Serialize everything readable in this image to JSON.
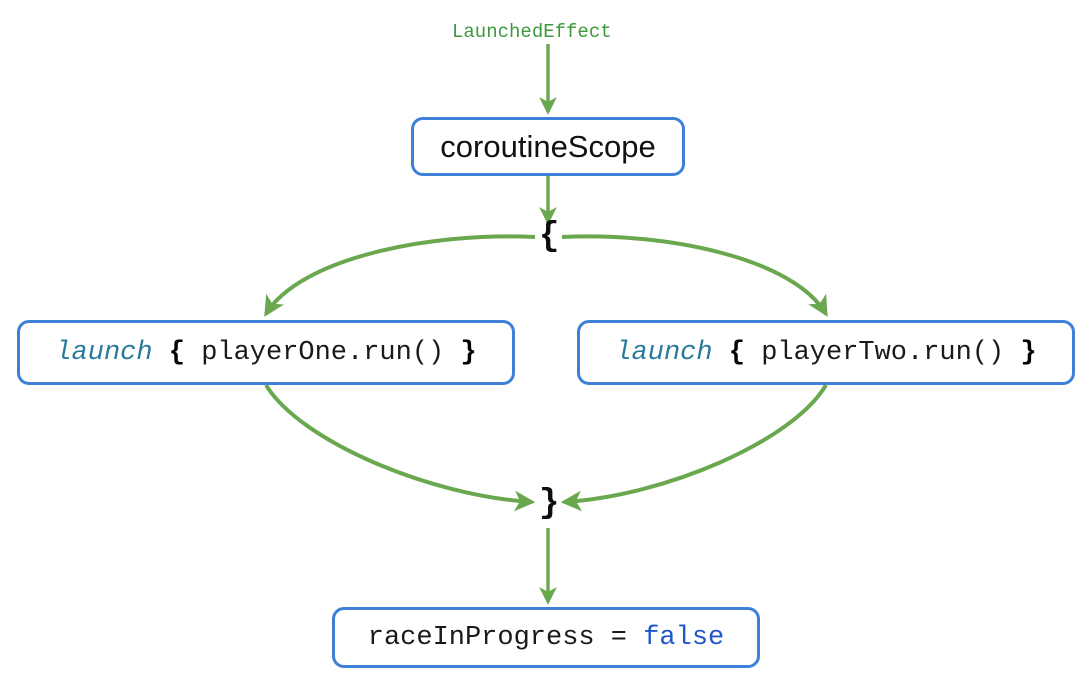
{
  "diagram": {
    "title_label": "LaunchedEffect",
    "colors": {
      "edge_green": "#6aa84f",
      "node_border_blue": "#3d80d6",
      "keyword_teal": "#2a7b9b",
      "literal_blue": "#2255cc",
      "caption_green": "#3c9a3c",
      "text_black": "#1a1a1a"
    },
    "nodes": {
      "scope": {
        "label": "coroutineScope"
      },
      "launch_left": {
        "keyword": "launch",
        "open_brace": "{",
        "body": "playerOne.run()",
        "close_brace": "}"
      },
      "launch_right": {
        "keyword": "launch",
        "open_brace": "{",
        "body": "playerTwo.run()",
        "close_brace": "}"
      },
      "result": {
        "assignment": "raceInProgress = ",
        "literal": "false"
      }
    },
    "junctions": {
      "fork_open_brace": "{",
      "join_close_brace": "}"
    }
  }
}
